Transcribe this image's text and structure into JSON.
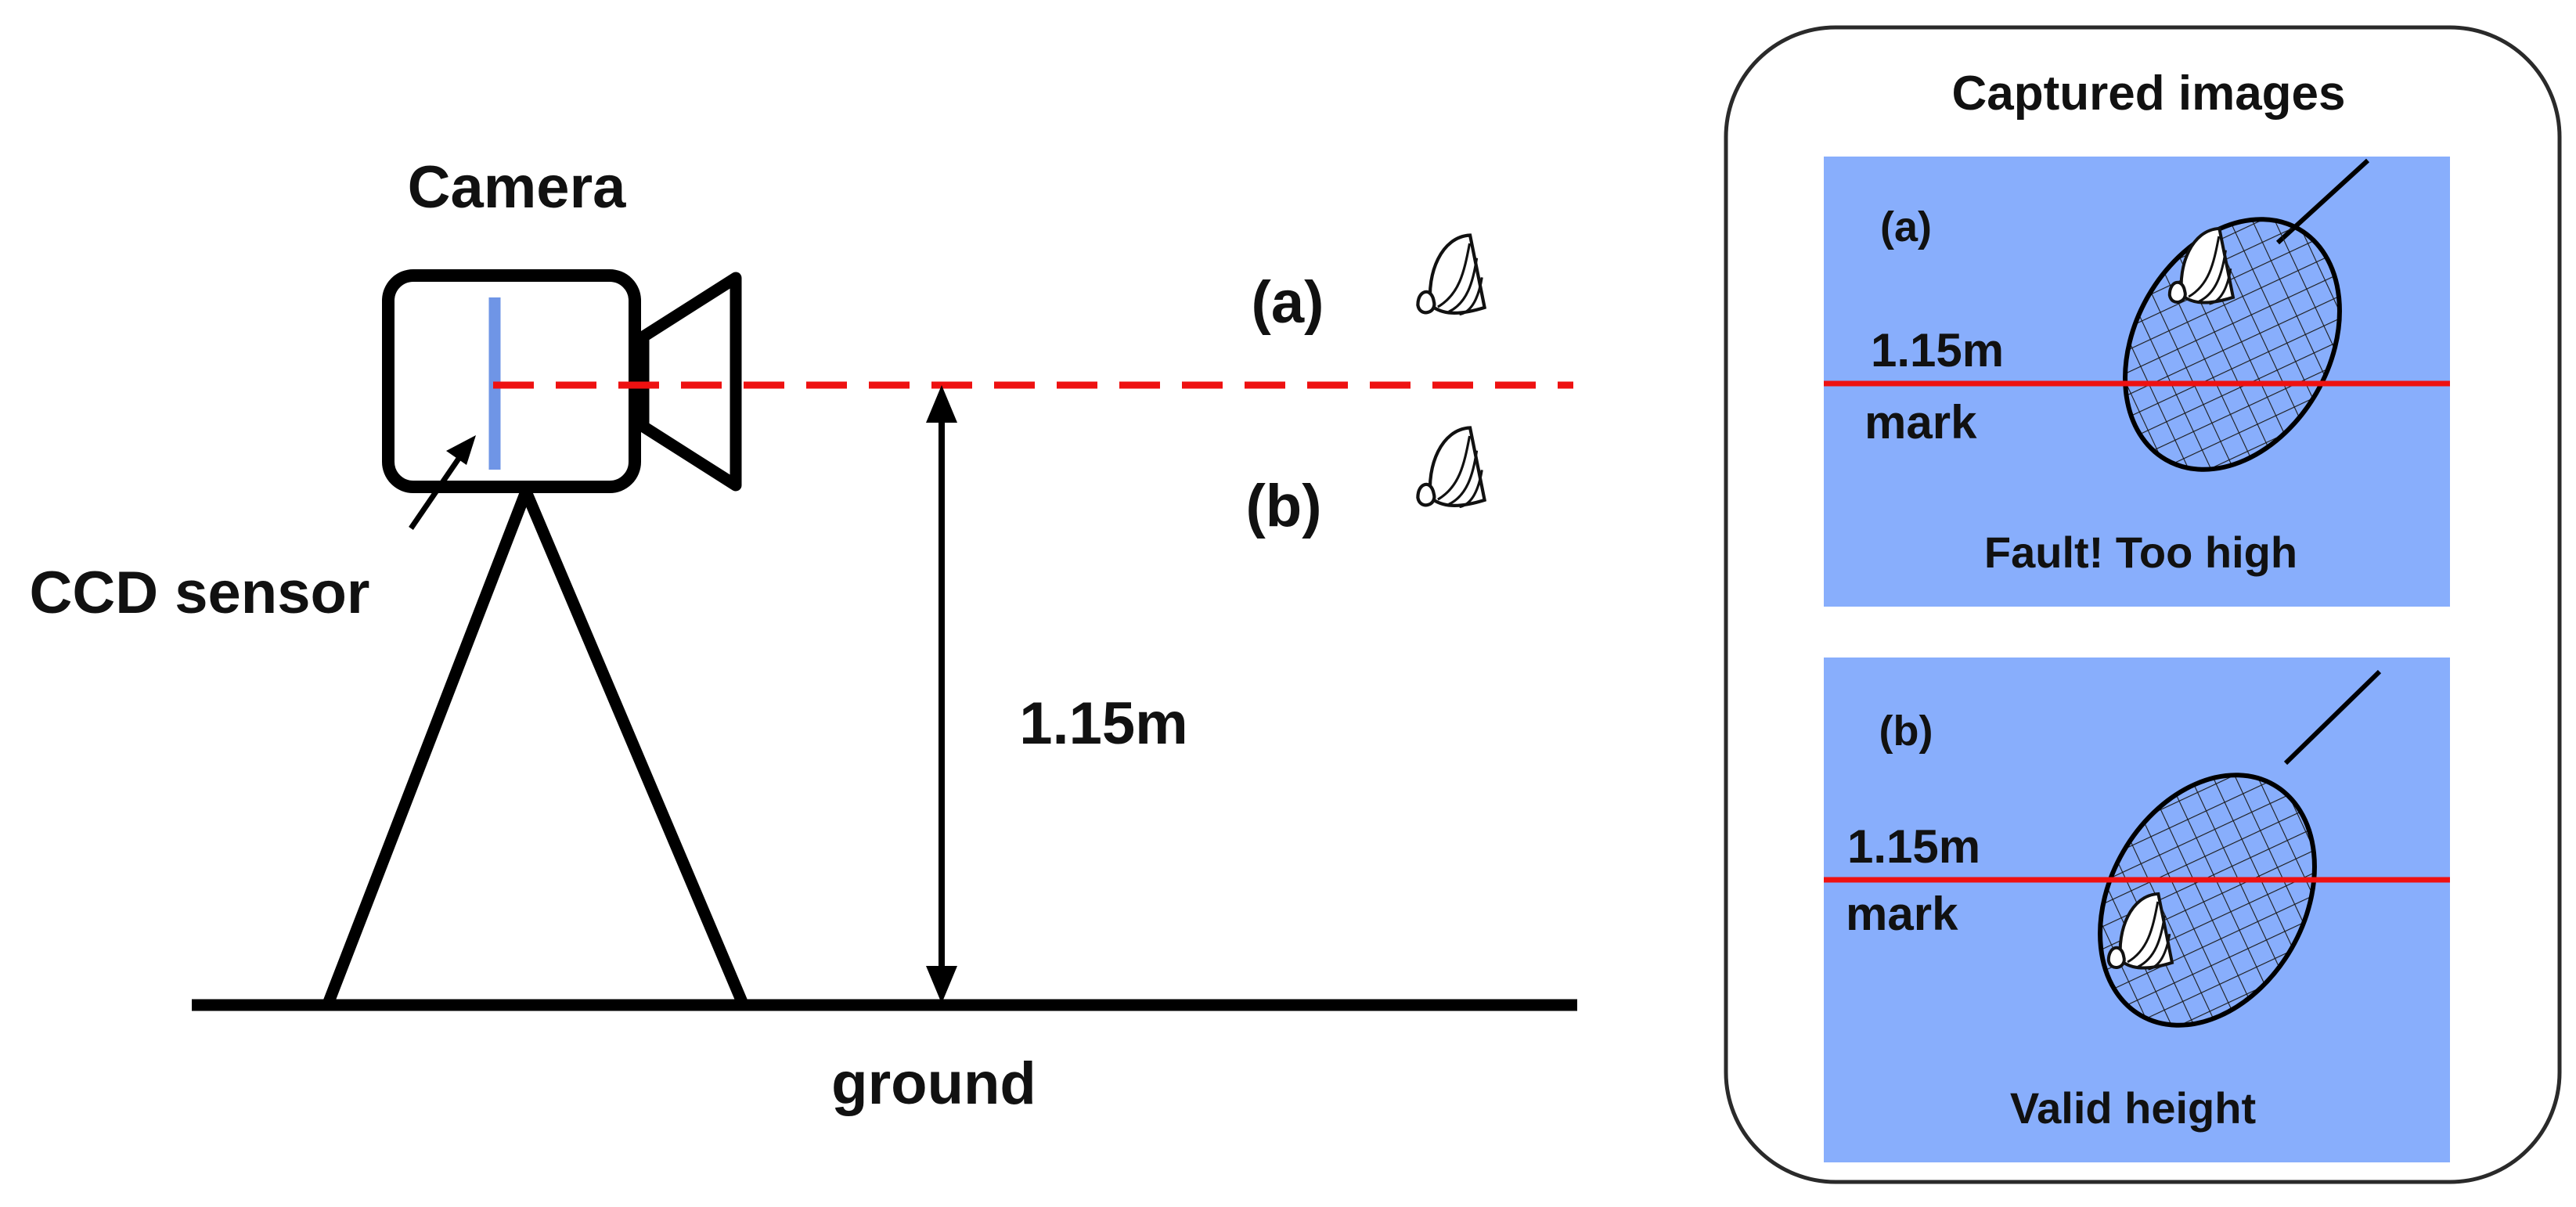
{
  "labels": {
    "camera": "Camera",
    "ccd_sensor": "CCD sensor",
    "shuttle_a": "(a)",
    "shuttle_b": "(b)",
    "height": "1.15m",
    "ground": "ground"
  },
  "panel": {
    "title": "Captured images",
    "image_a": {
      "tag": "(a)",
      "mark_value": "1.15m",
      "mark_word": "mark",
      "caption": "Fault! Too high"
    },
    "image_b": {
      "tag": "(b)",
      "mark_value": "1.15m",
      "mark_word": "mark",
      "caption": "Valid height"
    }
  },
  "colors": {
    "stroke": "#000000",
    "reference_line": "#ee1111",
    "sensor": "#6f95e6",
    "image_background": "#88aefc"
  }
}
